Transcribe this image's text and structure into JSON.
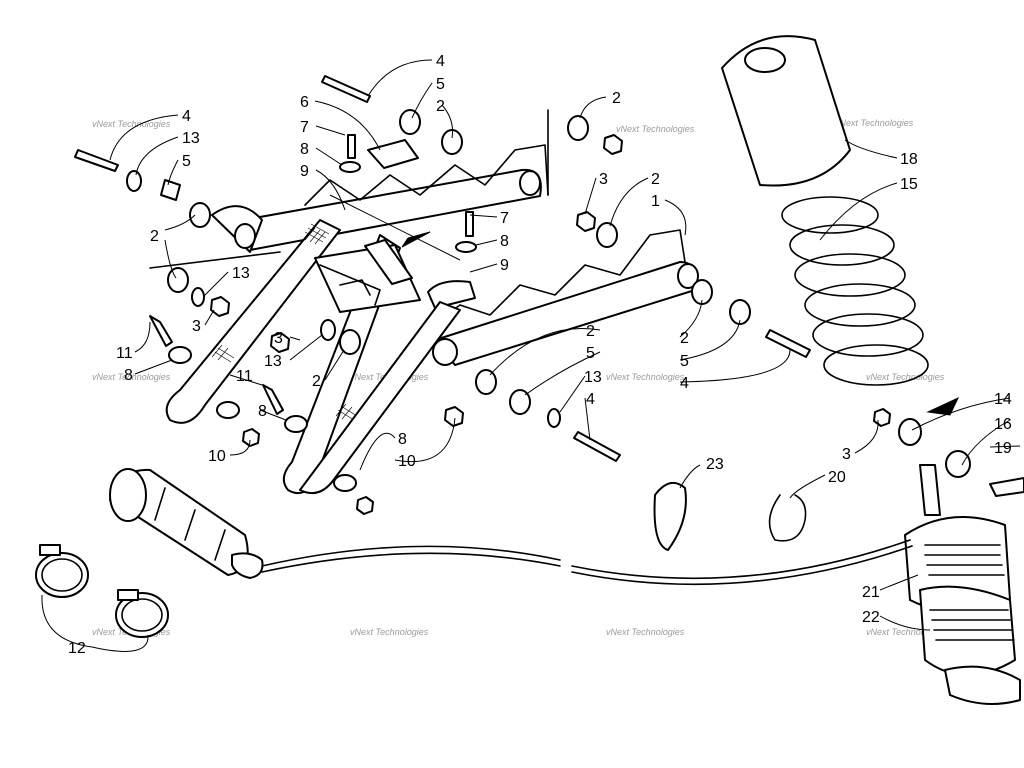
{
  "watermark": "vNext Technologies",
  "callouts": {
    "c1": "1",
    "c2": "2",
    "c3": "3",
    "c4": "4",
    "c5": "5",
    "c6": "6",
    "c7": "7",
    "c8": "8",
    "c9": "9",
    "c10": "10",
    "c11": "11",
    "c12": "12",
    "c13": "13",
    "c14": "14",
    "c15": "15",
    "c16": "16",
    "c18": "18",
    "c19": "19",
    "c20": "20",
    "c21": "21",
    "c22": "22",
    "c23": "23"
  },
  "colors": {
    "line": "#000000",
    "background": "#ffffff",
    "watermark": "#9a9a9a"
  }
}
